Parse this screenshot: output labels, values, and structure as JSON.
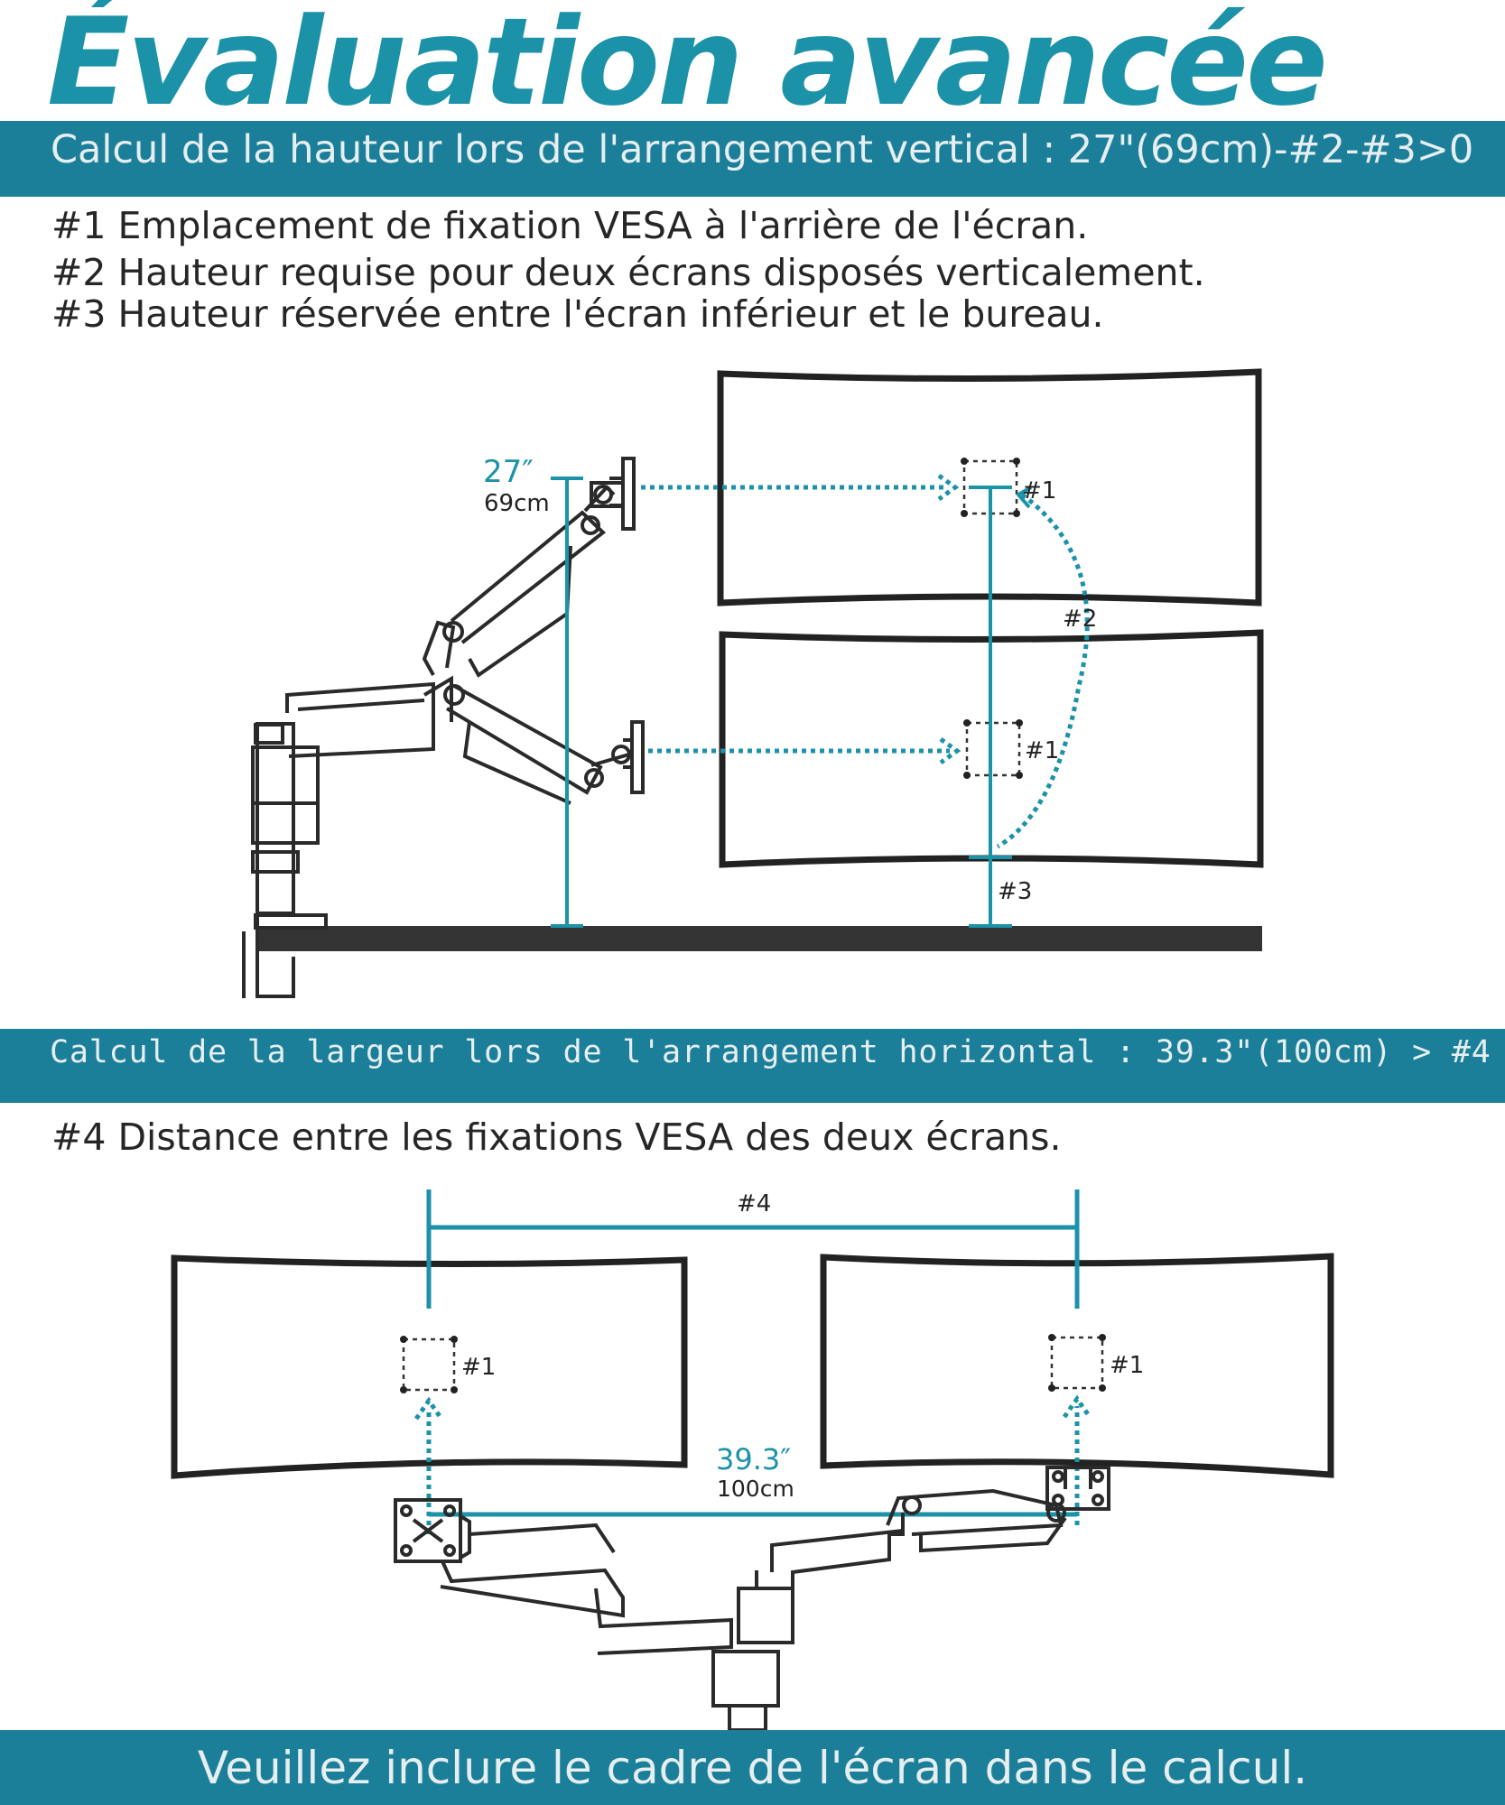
{
  "title": "Évaluation avancée",
  "vertical_section": {
    "banner": "Calcul de la hauteur lors de l'arrangement vertical : 27\"(69cm)-#2-#3>0",
    "notes": [
      "#1 Emplacement de fixation VESA à l'arrière de l'écran.",
      "#2 Hauteur requise pour deux écrans disposés verticalement.",
      "#3 Hauteur réservée entre l'écran inférieur et le bureau."
    ],
    "height_inch": "27″",
    "height_cm": "69cm",
    "labels": {
      "vesa": "#1",
      "required_height": "#2",
      "reserved_height": "#3"
    }
  },
  "horizontal_section": {
    "banner": "Calcul de la largeur lors de l'arrangement horizontal : 39.3\"(100cm) > #4",
    "note": "#4 Distance entre les fixations VESA des deux écrans.",
    "width_inch": "39.3″",
    "width_cm": "100cm",
    "labels": {
      "vesa": "#1",
      "distance": "#4"
    }
  },
  "footer": "Veuillez inclure le cadre de l'écran dans le calcul.",
  "colors": {
    "accent": "#1b92a8",
    "banner": "#1c7f9a",
    "line": "#2a2a2a"
  }
}
